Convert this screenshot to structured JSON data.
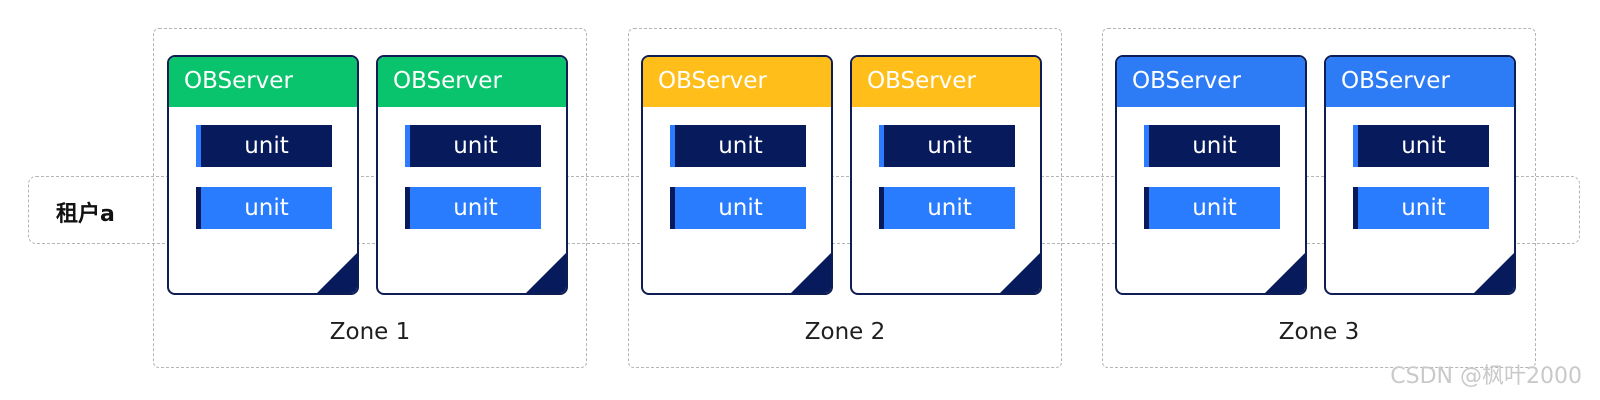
{
  "tenant": {
    "label": "租户a"
  },
  "zones": [
    {
      "label": "Zone 1",
      "color": "#09c46c",
      "servers": [
        {
          "title": "OBServer",
          "units": [
            "unit",
            "unit"
          ]
        },
        {
          "title": "OBServer",
          "units": [
            "unit",
            "unit"
          ]
        }
      ]
    },
    {
      "label": "Zone 2",
      "color": "#ffbe19",
      "servers": [
        {
          "title": "OBServer",
          "units": [
            "unit",
            "unit"
          ]
        },
        {
          "title": "OBServer",
          "units": [
            "unit",
            "unit"
          ]
        }
      ]
    },
    {
      "label": "Zone 3",
      "color": "#2d7cf6",
      "servers": [
        {
          "title": "OBServer",
          "units": [
            "unit",
            "unit"
          ]
        },
        {
          "title": "OBServer",
          "units": [
            "unit",
            "unit"
          ]
        }
      ]
    }
  ],
  "colors": {
    "unit_dark": "#061a5c",
    "unit_light": "#2a7cff",
    "border": "#0f1d55"
  },
  "watermark": "CSDN @枫叶2000"
}
